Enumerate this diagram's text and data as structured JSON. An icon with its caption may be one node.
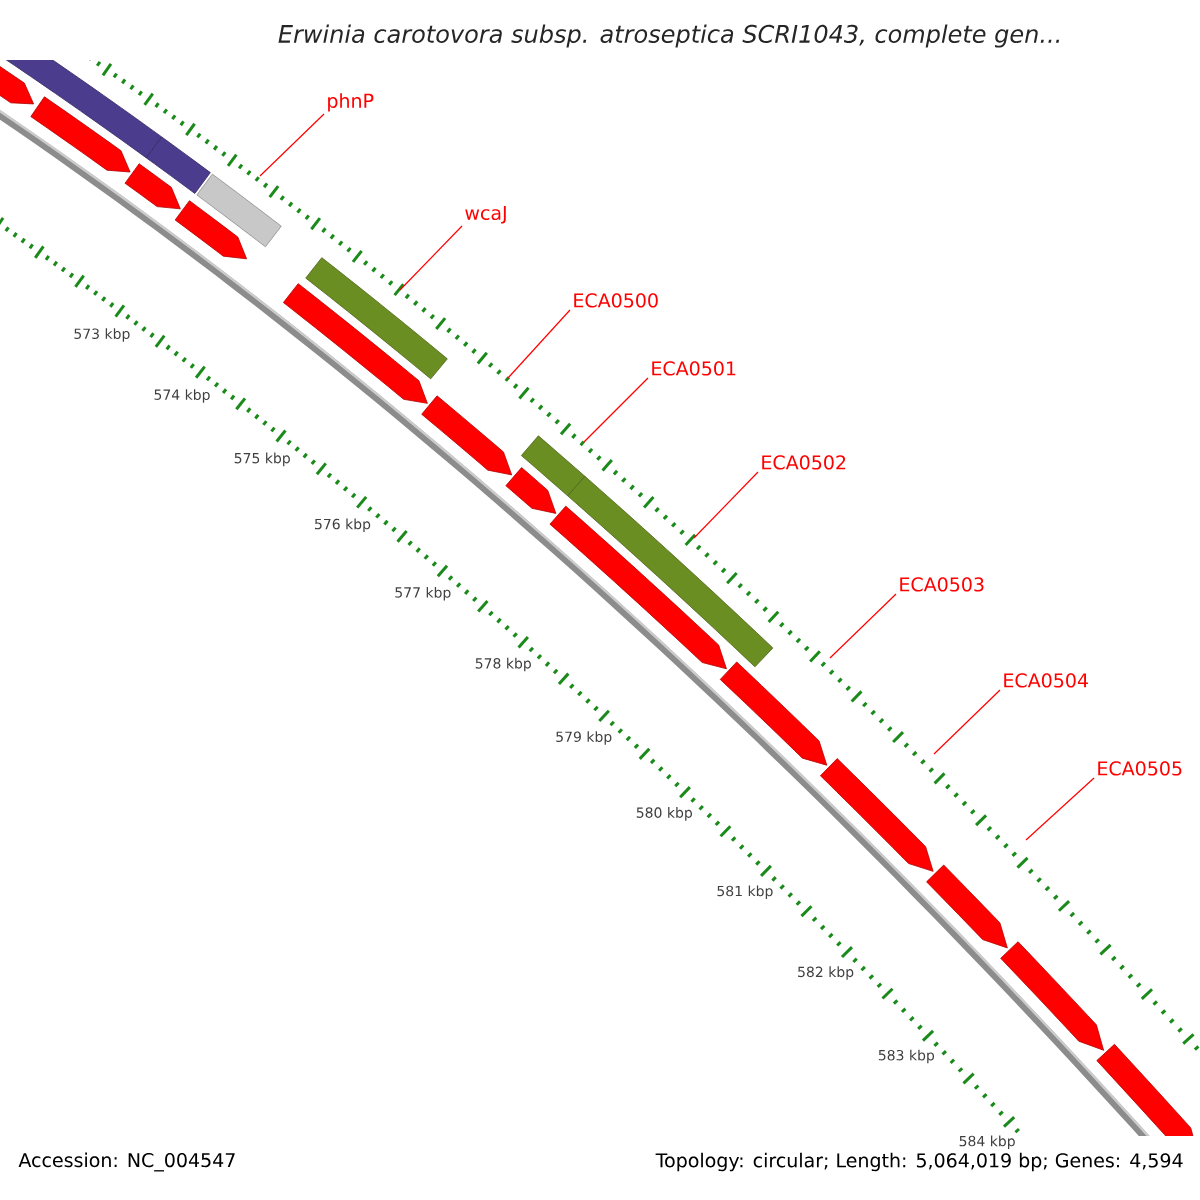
{
  "diagram": {
    "title": "Erwinia carotovora subsp. atroseptica SCRI1043, complete gen...",
    "nodes": [
      {
        "text": [
          "phnP"
        ]
      },
      {
        "text": [
          "wcaJ"
        ]
      },
      {
        "text": [
          "ECA0500"
        ]
      },
      {
        "text": [
          "ECA0501"
        ]
      },
      {
        "text": [
          "ECA0502"
        ]
      },
      {
        "text": [
          "ECA0503"
        ]
      },
      {
        "text": [
          "ECA0504"
        ]
      },
      {
        "text": [
          "ECA0505"
        ]
      }
    ],
    "edges": [
      {
        "from": 0,
        "to": null,
        "arrow": "none"
      },
      {
        "from": 1,
        "to": null,
        "arrow": "none"
      },
      {
        "from": 2,
        "to": null,
        "arrow": "none"
      },
      {
        "from": 3,
        "to": null,
        "arrow": "none"
      },
      {
        "from": 4,
        "to": null,
        "arrow": "none"
      },
      {
        "from": 5,
        "to": null,
        "arrow": "none"
      },
      {
        "from": 6,
        "to": null,
        "arrow": "none"
      },
      {
        "from": 7,
        "to": null,
        "arrow": "none"
      }
    ],
    "labels": [
      "573 kbp",
      "574 kbp",
      "575 kbp",
      "576 kbp",
      "577 kbp",
      "578 kbp",
      "579 kbp",
      "580 kbp",
      "581 kbp",
      "582 kbp",
      "583 kbp",
      "584 kbp",
      "Accession: NC_004547",
      "Topology: circular; Length: 5,064,019 bp; Genes: 4,594"
    ]
  }
}
